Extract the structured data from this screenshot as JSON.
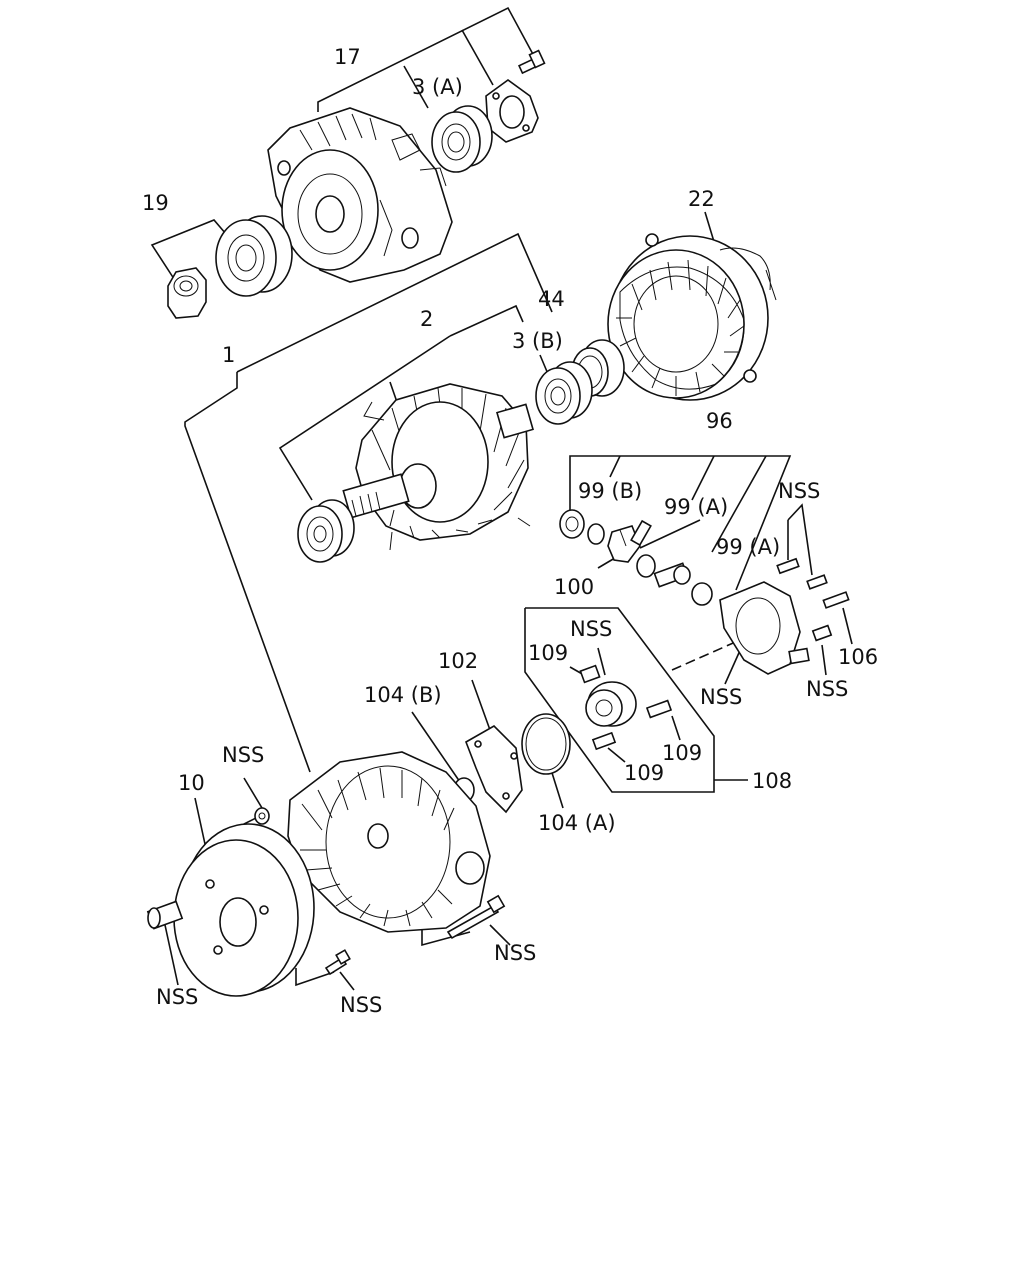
{
  "diagram": {
    "labels": {
      "l17": "17",
      "l3a": "3 (A)",
      "l19": "19",
      "l22": "22",
      "l44": "44",
      "l2": "2",
      "l3b": "3 (B)",
      "l1": "1",
      "l96": "96",
      "l99b": "99 (B)",
      "l99a_1": "99 (A)",
      "l99a_2": "99 (A)",
      "lnss_r": "NSS",
      "l100": "100",
      "l106": "106",
      "lnss_bush": "NSS",
      "lnss_r2": "NSS",
      "lnss_plate": "NSS",
      "l109_a": "109",
      "l109_b": "109",
      "l109_c": "109",
      "l108": "108",
      "l102": "102",
      "l104b": "104 (B)",
      "l104a": "104 (A)",
      "lnss_nut": "NSS",
      "l10": "10",
      "lnss_bolt": "NSS",
      "lnss_pin": "NSS",
      "lnss_screw": "NSS"
    }
  }
}
